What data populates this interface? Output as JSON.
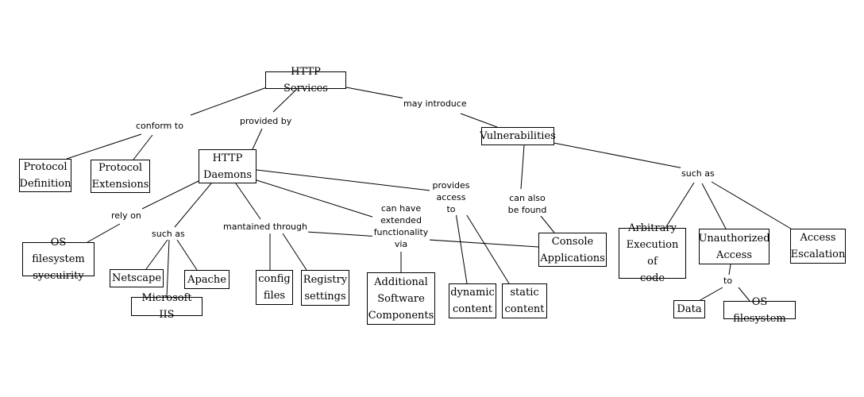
{
  "concepts": {
    "http_services": "HTTP Services",
    "protocol_definition": "Protocol\nDefinition",
    "protocol_extensions": "Protocol\nExtensions",
    "http_daemons": "HTTP\nDaemons",
    "vulnerabilities": "Vulnerabilities",
    "os_filesystem_security": "OS filesystem\nsyecuirity",
    "netscape": "Netscape",
    "microsoft_iis": "Microsoft IIS",
    "apache": "Apache",
    "config_files": "config\nfiles",
    "registry_settings": "Registry\nsettings",
    "additional_software": "Additional\nSoftware\nComponents",
    "dynamic_content": "dynamic\ncontent",
    "static_content": "static\ncontent",
    "console_applications": "Console\nApplications",
    "arbitrary_execution": "Arbitrary\nExecution of\ncode",
    "unauthorized_access": "Unauthorized\nAccess",
    "access_escalation": "Access\nEscalation",
    "data": "Data",
    "os_filesystem": "OS filesystem"
  },
  "links": {
    "conform_to": "conform to",
    "provided_by": "provided by",
    "may_introduce": "may introduce",
    "rely_on": "rely on",
    "such_as_daemons": "such as",
    "maintained_through": "mantained through",
    "extended_via": "can have\nextended\nfunctionality\nvia",
    "provides_access_to": "provides\naccess\nto",
    "can_also_be_found": "can also\nbe found",
    "such_as_vuln": "such as",
    "to": "to"
  }
}
